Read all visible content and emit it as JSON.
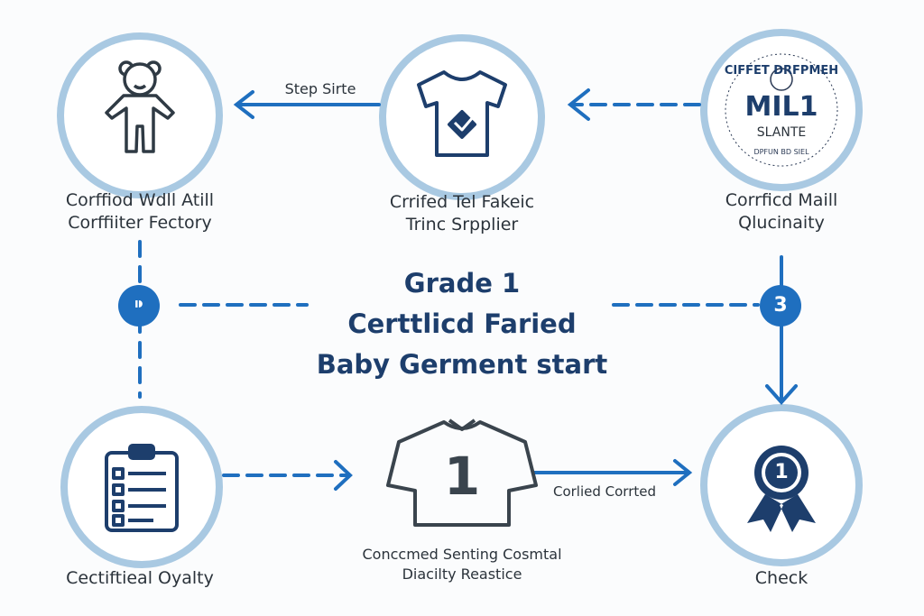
{
  "nodes": {
    "factory": {
      "label_line1": "Corffiod Wdll Atill",
      "label_line2": "Corffiiter Fectory",
      "icon": "teddy-bear-icon"
    },
    "supplier": {
      "label_line1": "Crrifed Tel Fakeic",
      "label_line2": "Trinc Srpplier",
      "icon": "tshirt-check-icon"
    },
    "mail": {
      "label_line1": "Corrficd Maill",
      "label_line2": "Qlucinaity",
      "seal_top": "CIFFET DRFPMEH",
      "seal_main": "MIL1",
      "seal_sub": "SLANTE",
      "seal_bottom": "DPFUN BD SIEL",
      "icon": "seal-icon"
    },
    "quality": {
      "label": "Cectiftieal Oyalty",
      "icon": "clipboard-checklist-icon"
    },
    "garment": {
      "label_line1": "Conccmed Senting Cosmtal",
      "label_line2": "Diacilty Reastice",
      "number": "1",
      "icon": "shirt-number-icon"
    },
    "check": {
      "label": "Check",
      "icon": "award-ribbon-icon",
      "number": "1"
    }
  },
  "connectors": {
    "step_site": "Step Sirte",
    "corlied": "Corlied Corrted"
  },
  "badges": {
    "left": "⁍",
    "right": "3"
  },
  "title": {
    "line1": "Grade 1",
    "line2": "Certtlicd Faried",
    "line3": "Baby Germent start"
  },
  "colors": {
    "accent": "#1f6fbf",
    "ring": "#a9c9e2",
    "navy": "#1d3e6c",
    "text": "#2b333b"
  }
}
